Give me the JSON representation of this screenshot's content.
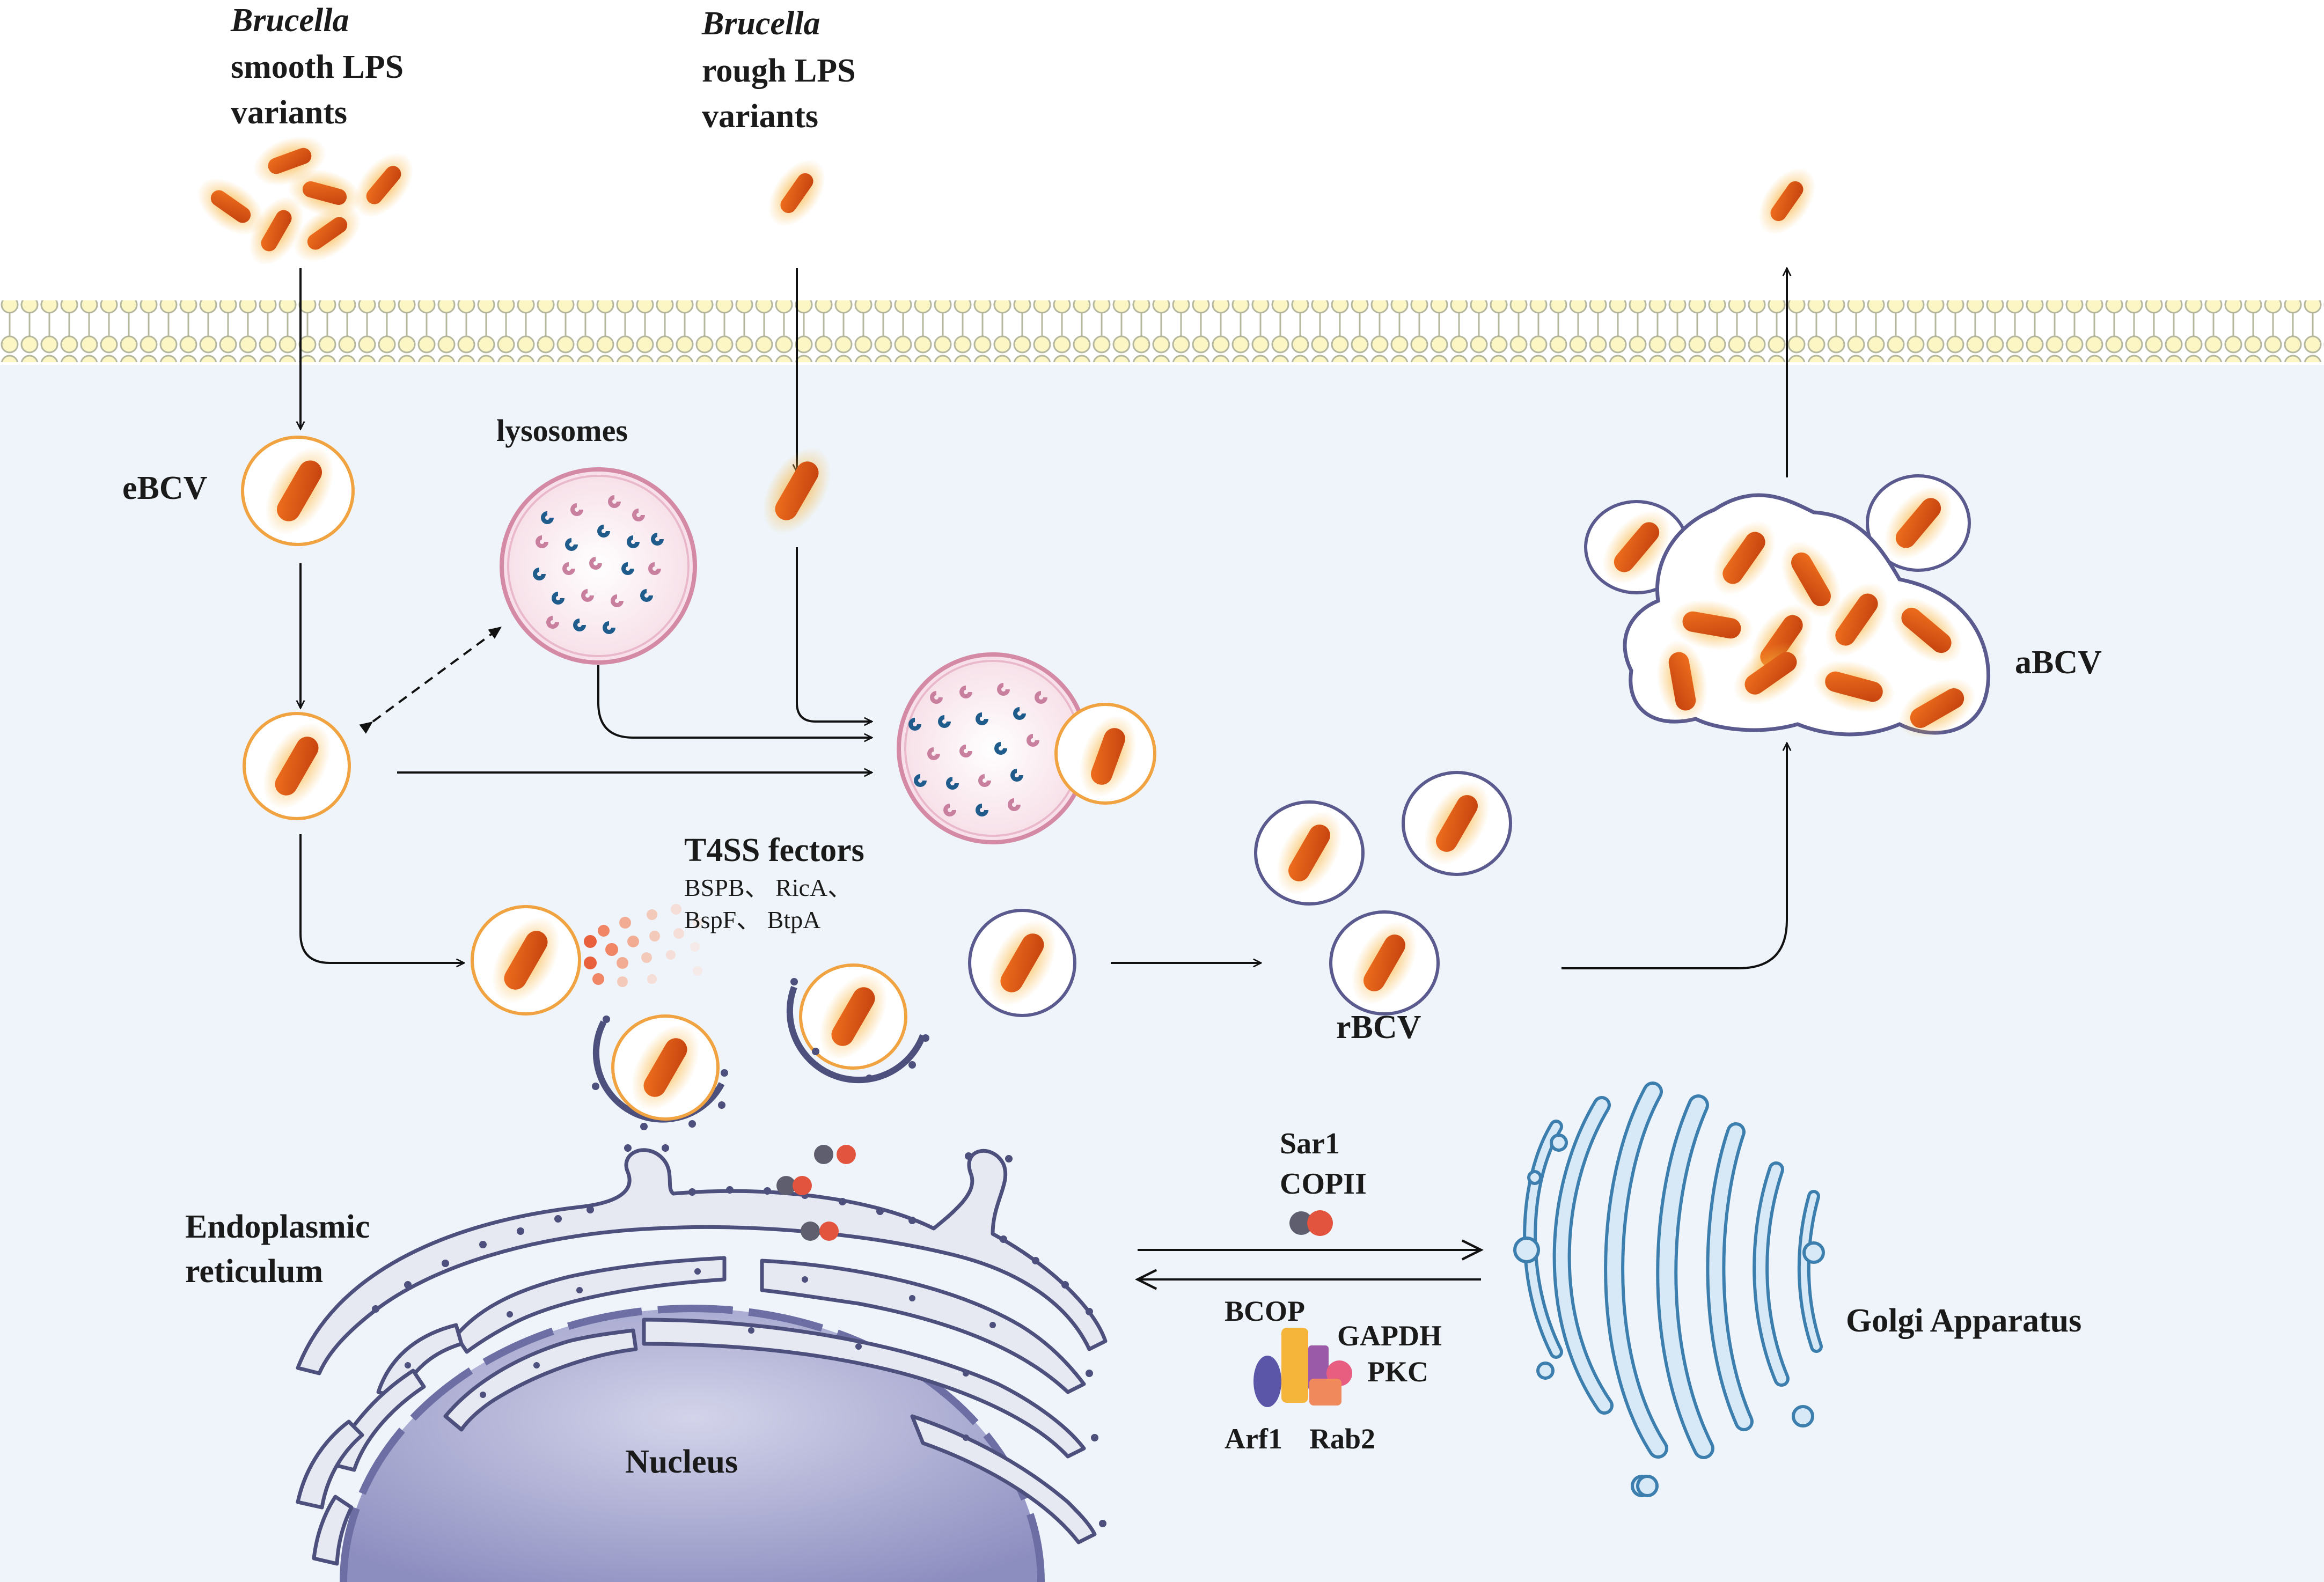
{
  "labels": {
    "smooth_title": "Brucella",
    "smooth_line2": "smooth LPS",
    "smooth_line3": "variants",
    "rough_title": "Brucella",
    "rough_line2": "rough LPS",
    "rough_line3": "variants",
    "ebcv": "eBCV",
    "lysosomes": "lysosomes",
    "t4ss_title": "T4SS fectors",
    "t4ss_line1": "BSPB、 RicA、",
    "t4ss_line2": "BspF、 BtpA",
    "rbcv": "rBCV",
    "abcv": "aBCV",
    "er_line1": "Endoplasmic",
    "er_line2": "reticulum",
    "nucleus": "Nucleus",
    "sar1": "Sar1",
    "copii": "COPII",
    "bcop": "BCOP",
    "gapdh": "GAPDH",
    "pkc": "PKC",
    "arf1": "Arf1",
    "rab2": "Rab2",
    "golgi": "Golgi Apparatus"
  },
  "colors": {
    "cytoplasm": "#eef4f9",
    "membrane_bead": "#fbf6c4",
    "membrane_stroke": "#b5b79e",
    "bacterium": "#e8601c",
    "bacterium_glow": "#f7b23b",
    "ebcv_ring": "#f0a340",
    "rbcv_ring": "#5a5a8e",
    "lysosome_ring": "#d48aa5",
    "lysosome_fill": "#fbeef3",
    "granule_blue": "#1f5c8c",
    "granule_pink": "#c9809e",
    "er_fill": "#e6e8f2",
    "er_stroke": "#4d4f7c",
    "nucleus_fill": "#9a9bc8",
    "golgi_fill": "#d7e8f6",
    "golgi_stroke": "#3c7fae"
  }
}
